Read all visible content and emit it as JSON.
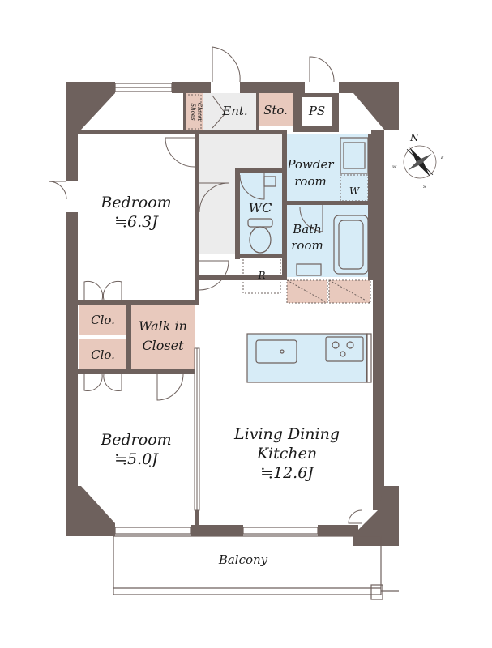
{
  "rooms": {
    "bedroom_1": {
      "name": "Bedroom",
      "size": "≒6.3J"
    },
    "bedroom_2": {
      "name": "Bedroom",
      "size": "≒5.0J"
    },
    "ldk": {
      "line1": "Living Dining",
      "line2": "Kitchen",
      "size": "≒12.6J"
    },
    "walk_in_closet": {
      "line1": "Walk in",
      "line2": "Closet"
    },
    "closet_1": "Clo.",
    "closet_2": "Clo.",
    "entrance": "Ent.",
    "storage": "Sto.",
    "ps": "PS",
    "shoes_closet": {
      "line1": "Shoes",
      "line2": "Closet"
    },
    "powder_room": {
      "line1": "Powder",
      "line2": "room"
    },
    "washer": "W",
    "wc": "WC",
    "bath_room": {
      "line1": "Bath",
      "line2": "room"
    },
    "refrigerator": "R",
    "balcony": "Balcony"
  },
  "compass": {
    "n": "N",
    "e": "E",
    "s": "S",
    "w": "W"
  },
  "colors": {
    "wall": "#6e615d",
    "closet_fill": "#e8c9bd",
    "wet_area_fill": "#d7ecf7",
    "hall_fill": "#ececec"
  }
}
